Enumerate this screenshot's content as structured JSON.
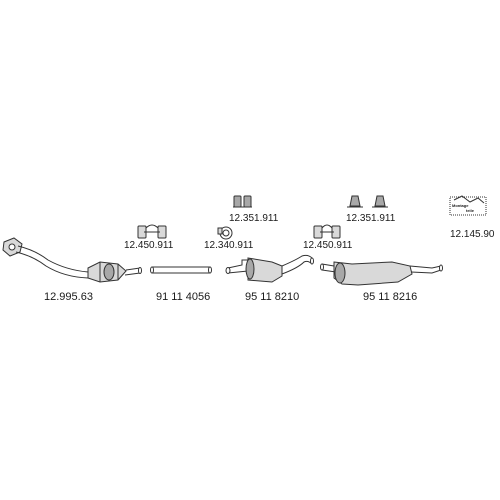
{
  "parts": {
    "front_pipe": "12.995.63",
    "middle_pipe": "91 11 4056",
    "center_silencer": "95 11 8210",
    "rear_silencer": "95 11 8216",
    "clamp_left": "12.450.911",
    "ring_clamp": "12.340.911",
    "hanger_middle": "12.351.911",
    "hanger_right": "12.351.911",
    "clamp_right": "12.450.911",
    "mounting_kit": "12.145.90"
  },
  "mounting_kit_box_text": [
    "Montage",
    "teile"
  ]
}
